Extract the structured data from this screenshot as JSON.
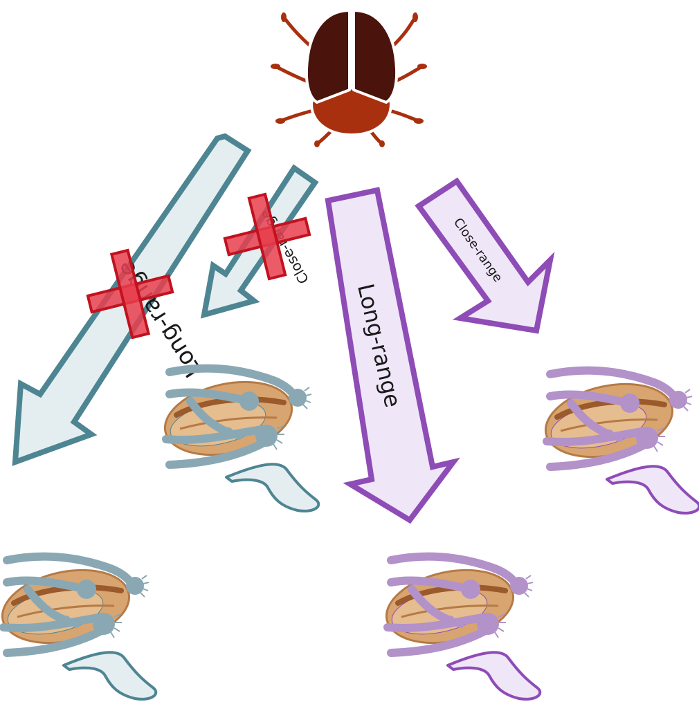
{
  "labels": {
    "left_long": "Long-range",
    "left_close": "Close-range",
    "right_long": "Long-range",
    "right_close": "Close-range"
  },
  "colors": {
    "beetle_elytra": "#4a130b",
    "beetle_pronotum": "#a8300f",
    "beetle_legs": "#a8300f",
    "teal_stroke": "#4e8592",
    "teal_fill": "#e4eef1",
    "teal_antenna": "#8aa8b4",
    "purple_stroke": "#8e4cb6",
    "purple_fill": "#efe6f7",
    "purple_antenna": "#b292c9",
    "cross_fill": "#e83e4d",
    "cross_stroke": "#c2121f",
    "shell_fill": "#d8a570",
    "shell_dark": "#a9683a"
  },
  "icons": [
    "beetle-icon",
    "plant-icon",
    "cross-icon"
  ]
}
